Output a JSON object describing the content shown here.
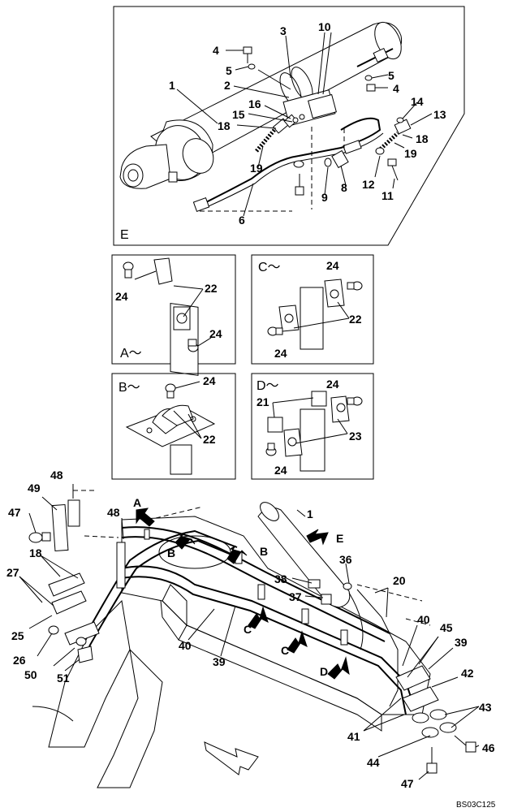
{
  "panels": {
    "e": "E",
    "a": "A～",
    "c": "C～",
    "b": "B～",
    "d": "D～"
  },
  "arrows": {
    "a": "A",
    "b1": "B",
    "b2": "B",
    "c1": "C",
    "c2": "C",
    "d": "D",
    "e": "E"
  },
  "callouts": {
    "e_1": "1",
    "e_2": "2",
    "e_3": "3",
    "e_4a": "4",
    "e_4b": "4",
    "e_5a": "5",
    "e_5b": "5",
    "e_6": "6",
    "e_8": "8",
    "e_9": "9",
    "e_10": "10",
    "e_11": "11",
    "e_12": "12",
    "e_13": "13",
    "e_14": "14",
    "e_15": "15",
    "e_16": "16",
    "e_18a": "18",
    "e_18b": "18",
    "e_19a": "19",
    "e_19b": "19",
    "a_22": "22",
    "a_24a": "24",
    "a_24b": "24",
    "c_22": "22",
    "c_24a": "24",
    "c_24b": "24",
    "b_22": "22",
    "b_24": "24",
    "d_21": "21",
    "d_23": "23",
    "d_24a": "24",
    "d_24b": "24",
    "m_1": "1",
    "m_18": "18",
    "m_20": "20",
    "m_25": "25",
    "m_26": "26",
    "m_27": "27",
    "m_36": "36",
    "m_37": "37",
    "m_38": "38",
    "m_39a": "39",
    "m_39b": "39",
    "m_40a": "40",
    "m_40b": "40",
    "m_41": "41",
    "m_42": "42",
    "m_43": "43",
    "m_44": "44",
    "m_45": "45",
    "m_46": "46",
    "m_47a": "47",
    "m_47b": "47",
    "m_48a": "48",
    "m_48b": "48",
    "m_49": "49",
    "m_50": "50",
    "m_51": "51"
  },
  "doc_ref": "BS03C125"
}
